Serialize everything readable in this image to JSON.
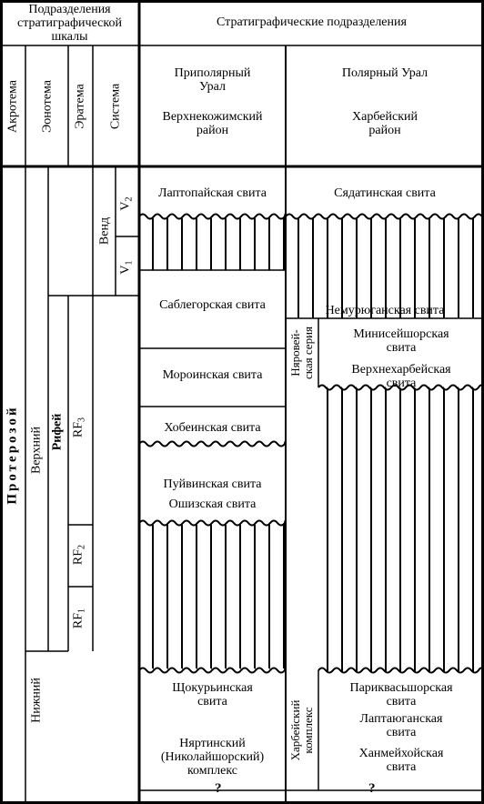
{
  "header": {
    "scale_title": "Подразделения стратиграфической шкалы",
    "scale_title_l1": "Подразделения",
    "scale_title_l2": "стратиграфической",
    "scale_title_l3": "шкалы",
    "strat_title": "Стратиграфические подразделения",
    "col_akrotema": "Акротема",
    "col_eonotema": "Эонотема",
    "col_eratema": "Эратема",
    "col_sistema": "Система",
    "region1_l1": "Приполярный",
    "region1_l2": "Урал",
    "district1_l1": "Верхнекожимский",
    "district1_l2": "район",
    "region2": "Полярный Урал",
    "district2_l1": "Харбейский",
    "district2_l2": "район"
  },
  "scale": {
    "akrotema": "Протерозой",
    "eon_upper": "Верхний",
    "eon_lower": "Нижний",
    "era_rifey": "Рифей",
    "rf3": "RF",
    "rf3_sub": "3",
    "rf2": "RF",
    "rf2_sub": "2",
    "rf1": "RF",
    "rf1_sub": "1",
    "vend": "Венд",
    "v2": "V",
    "v2_sub": "2",
    "v1": "V",
    "v1_sub": "1"
  },
  "left_units": {
    "laptopay": "Лаптопайская свита",
    "sablegor": "Саблегорская свита",
    "moroin": "Мороинская свита",
    "khobein": "Хобеинская свита",
    "puyvin": "Пуйвинская свита",
    "oshiz": "Ошизская свита",
    "shchokur_l1": "Щокурьинская",
    "shchokur_l2": "свита",
    "nyartin_l1": "Няртинский",
    "nyartin_l2": "(Николайшорский)",
    "nyartin_l3": "комплекс",
    "q": "?"
  },
  "right_units": {
    "syadatin": "Сядатинская свита",
    "nemuryugan": "Немурюганская свита",
    "nyarovey_l1": "Няровей-",
    "nyarovey_l2": "ская серия",
    "minisey_l1": "Минисейшорская",
    "minisey_l2": "свита",
    "verkhnekharb_l1": "Верхнехарбейская",
    "verkhnekharb_l2": "свита",
    "kharbey_l1": "Харбейский",
    "kharbey_l2": "комплекс",
    "parikvas_l1": "Париквасьшорская",
    "parikvas_l2": "свита",
    "laptayugan_l1": "Лаптаюганская",
    "laptayugan_l2": "свита",
    "khanmey_l1": "Ханмейхойская",
    "khanmey_l2": "свита",
    "q": "?"
  }
}
